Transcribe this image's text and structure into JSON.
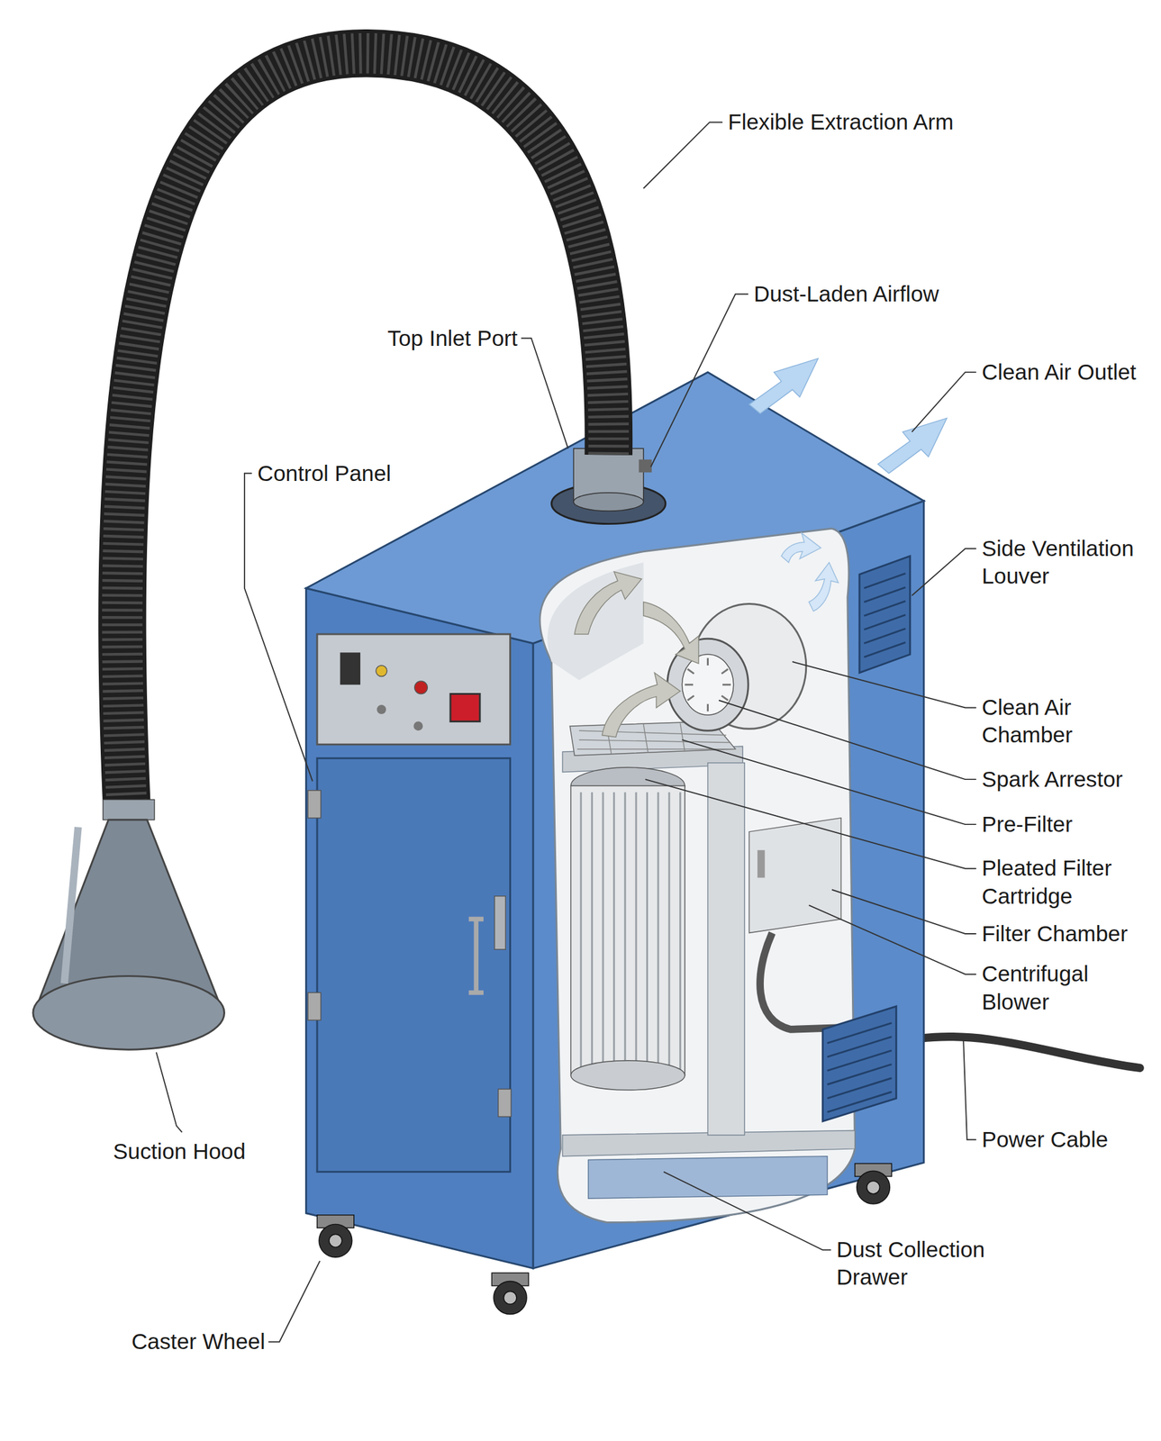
{
  "diagram": {
    "labels": [
      "Flexible Extraction Arm",
      "Dust-Laden Airflow",
      "Top Inlet Port",
      "Clean Air Outlet",
      "Control Panel",
      "Side Ventilation Louver",
      "Clean Air Chamber",
      "Spark Arrestor",
      "Pre-Filter",
      "Pleated Filter Cartridge",
      "Filter Chamber",
      "Centrifugal Blower",
      "Power Cable",
      "Suction Hood",
      "Dust Collection Drawer",
      "Caster Wheel"
    ]
  }
}
